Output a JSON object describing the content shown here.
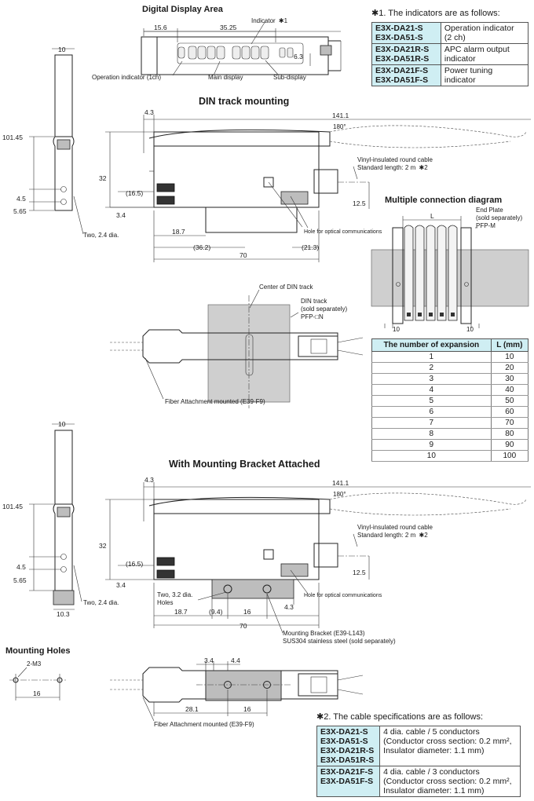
{
  "headings": {
    "digital_display_area": "Digital Display Area",
    "din_track_mounting": "DIN track mounting",
    "multiple_connection_diagram": "Multiple connection diagram",
    "with_mounting_bracket": "With Mounting Bracket Attached",
    "mounting_holes": "Mounting Holes"
  },
  "display_area": {
    "indicator_label": "Indicator",
    "indicator_note": "✱1",
    "dim_left": "15.6",
    "dim_mid": "35.25",
    "dim_right": "6.3",
    "operation_indicator": "Operation indicator (1ch)",
    "main_display": "Main display",
    "sub_display": "Sub-display"
  },
  "indicator_note": {
    "text": "✱1. The indicators are as follows:",
    "rows": [
      {
        "models": [
          "E3X-DA21-S",
          "E3X-DA51-S"
        ],
        "desc": [
          "Operation indicator",
          "(2 ch)"
        ]
      },
      {
        "models": [
          "E3X-DA21R-S",
          "E3X-DA51R-S"
        ],
        "desc": [
          "APC alarm output",
          "indicator"
        ]
      },
      {
        "models": [
          "E3X-DA21F-S",
          "E3X-DA51F-S"
        ],
        "desc": [
          "Power tuning",
          "indicator"
        ]
      }
    ]
  },
  "side_view": {
    "width": "10",
    "height": "101.45",
    "d1": "4.5",
    "d2": "5.65",
    "holes": "Two, 2.4 dia.",
    "bottom_width": "10.3"
  },
  "din_view": {
    "length": "141.1",
    "top_offset": "4.3",
    "angle": "180°",
    "cable_line1": "Vinyl-insulated round cable",
    "cable_line2": "Standard length: 2 m",
    "cable_note": "✱2",
    "height": "32",
    "d_16_5": "(16.5)",
    "d_3_4": "3.4",
    "d_12_5": "12.5",
    "d_18_7": "18.7",
    "d_36_2": "(36.2)",
    "d_21_3": "(21.3)",
    "d_70": "70",
    "hole_optical": "Hole for optical communications"
  },
  "top_view": {
    "center_din": "Center of DIN track",
    "din_track_1": "DIN track",
    "din_track_2": "(sold separately)",
    "din_track_3": "PFP-□N",
    "fiber_attach": "Fiber Attachment mounted (E39-F9)"
  },
  "multi_conn": {
    "end_plate_1": "End Plate",
    "end_plate_2": "(sold separately)",
    "end_plate_3": "PFP-M",
    "l_label": "L",
    "d_left": "10",
    "d_right": "10"
  },
  "expansion_table": {
    "headers": [
      "The number of expansion",
      "L (mm)"
    ],
    "rows": [
      [
        "1",
        "10"
      ],
      [
        "2",
        "20"
      ],
      [
        "3",
        "30"
      ],
      [
        "4",
        "40"
      ],
      [
        "5",
        "50"
      ],
      [
        "6",
        "60"
      ],
      [
        "7",
        "70"
      ],
      [
        "8",
        "80"
      ],
      [
        "9",
        "90"
      ],
      [
        "10",
        "100"
      ]
    ]
  },
  "bracket_view": {
    "holes_line1": "Two, 3.2 dia.",
    "holes_line2": "Holes",
    "d_9_4": "(9.4)",
    "d_16": "16",
    "d_4_3": "4.3",
    "bracket_line1": "Mounting Bracket (E39-L143)",
    "bracket_line2": "SUS304 stainless steel (sold separately)"
  },
  "mounting_holes": {
    "label": "2-M3",
    "spacing": "16"
  },
  "bottom_view": {
    "d_3_4": "3.4",
    "d_4_4": "4.4",
    "d_28_1": "28.1",
    "d_16": "16",
    "fiber_attach": "Fiber Attachment mounted (E39-F9)"
  },
  "cable_note": {
    "text": "✱2. The cable specifications are as follows:",
    "rows": [
      {
        "models": [
          "E3X-DA21-S",
          "E3X-DA51-S",
          "E3X-DA21R-S",
          "E3X-DA51R-S"
        ],
        "desc": [
          "4 dia. cable / 5 conductors",
          "(Conductor cross section: 0.2 mm²,",
          "Insulator diameter: 1.1 mm)"
        ]
      },
      {
        "models": [
          "E3X-DA21F-S",
          "E3X-DA51F-S"
        ],
        "desc": [
          "4 dia. cable / 3 conductors",
          "(Conductor cross section: 0.2 mm²,",
          "Insulator diameter: 1.1 mm)"
        ]
      }
    ]
  }
}
